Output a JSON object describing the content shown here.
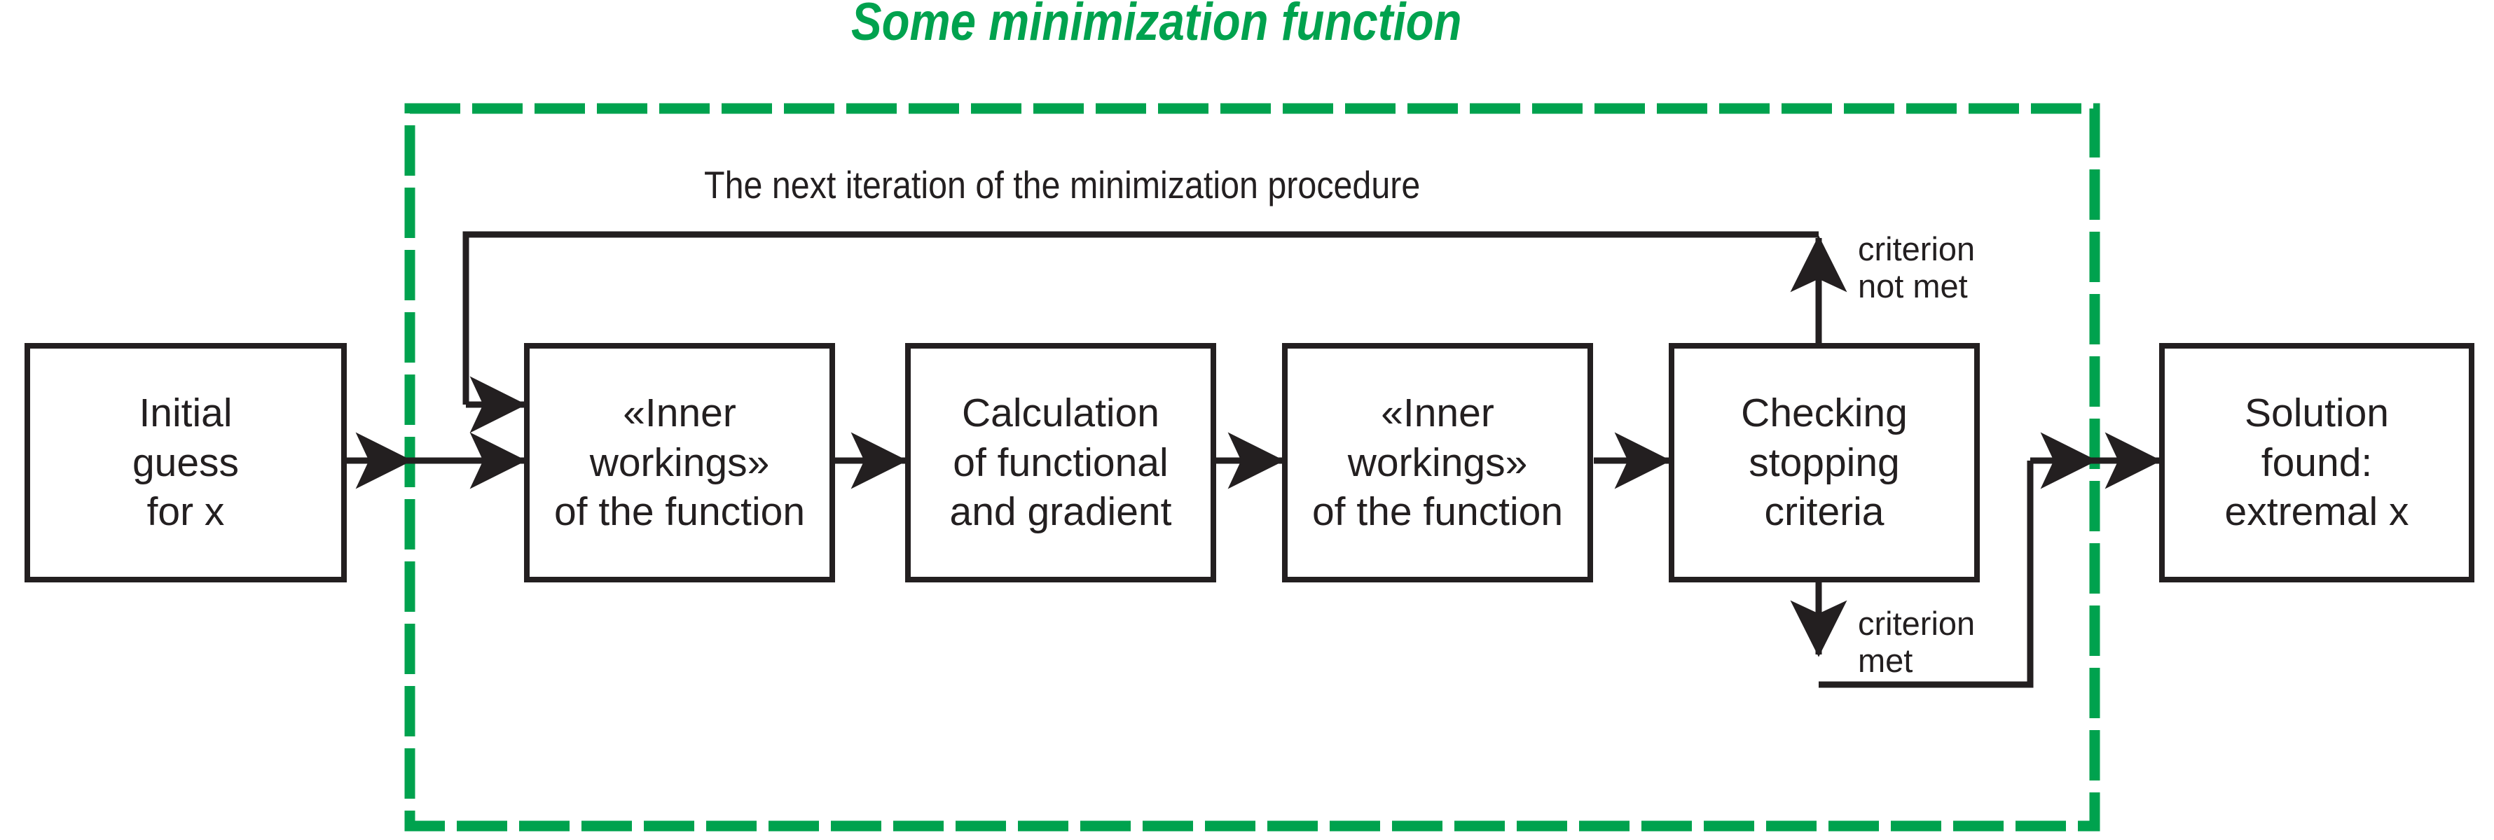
{
  "diagram": {
    "title": "Some minimization function",
    "title_color": "#00a24e",
    "group_border_color": "#00a24e",
    "line_color": "#231f20",
    "loop_caption": "The next iteration of the minimization procedure",
    "nodes": [
      {
        "id": "initial-guess",
        "label": "Initial\nguess\nfor x"
      },
      {
        "id": "inner-workings-1",
        "label": "«Inner\nworkings»\nof the function"
      },
      {
        "id": "calculation",
        "label": "Calculation\nof functional\nand gradient"
      },
      {
        "id": "inner-workings-2",
        "label": "«Inner\nworkings»\nof the function"
      },
      {
        "id": "checking-criteria",
        "label": "Checking\nstopping\ncriteria"
      },
      {
        "id": "solution-found",
        "label": "Solution\nfound:\nextremal x"
      }
    ],
    "edge_labels": [
      {
        "id": "criterion-not-met",
        "text": "criterion\nnot met"
      },
      {
        "id": "criterion-met",
        "text": "criterion\nmet"
      }
    ]
  }
}
